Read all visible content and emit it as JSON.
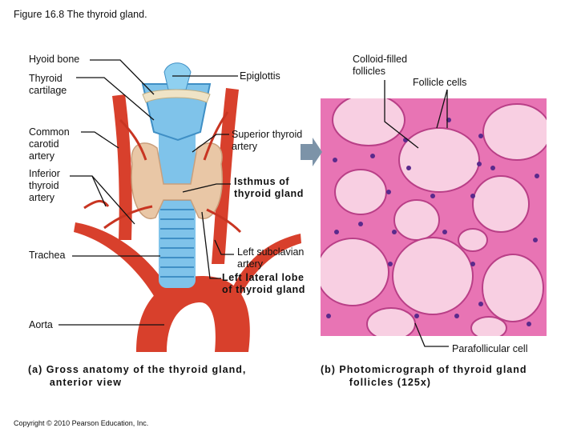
{
  "figure_title": "Figure 16.8 The thyroid gland.",
  "labels": {
    "hyoid_bone": "Hyoid bone",
    "thyroid_cartilage": "Thyroid\ncartilage",
    "common_carotid": "Common\ncarotid\nartery",
    "inferior_thyroid": "Inferior\nthyroid\nartery",
    "trachea": "Trachea",
    "aorta": "Aorta",
    "epiglottis": "Epiglottis",
    "superior_thyroid": "Superior thyroid\nartery",
    "isthmus": "Isthmus of\nthyroid gland",
    "left_subclavian": "Left subclavian\nartery",
    "left_lateral_lobe": "Left lateral lobe\nof thyroid gland",
    "colloid_filled": "Colloid-filled\nfollicles",
    "follicle_cells": "Follicle cells",
    "parafollicular": "Parafollicular cell"
  },
  "captions": {
    "a": "(a) Gross anatomy of the thyroid gland,\n      anterior view",
    "b": "(b) Photomicrograph of thyroid gland\n        follicles (125x)"
  },
  "copyright": "Copyright © 2010 Pearson Education, Inc.",
  "colors": {
    "artery": "#d8402c",
    "cartilage": "#7fc3ea",
    "thyroid": "#e9c7a6",
    "tissue_bg": "#e874b4",
    "colloid": "#f8cfe2",
    "nuclei": "#5a2a8c"
  }
}
